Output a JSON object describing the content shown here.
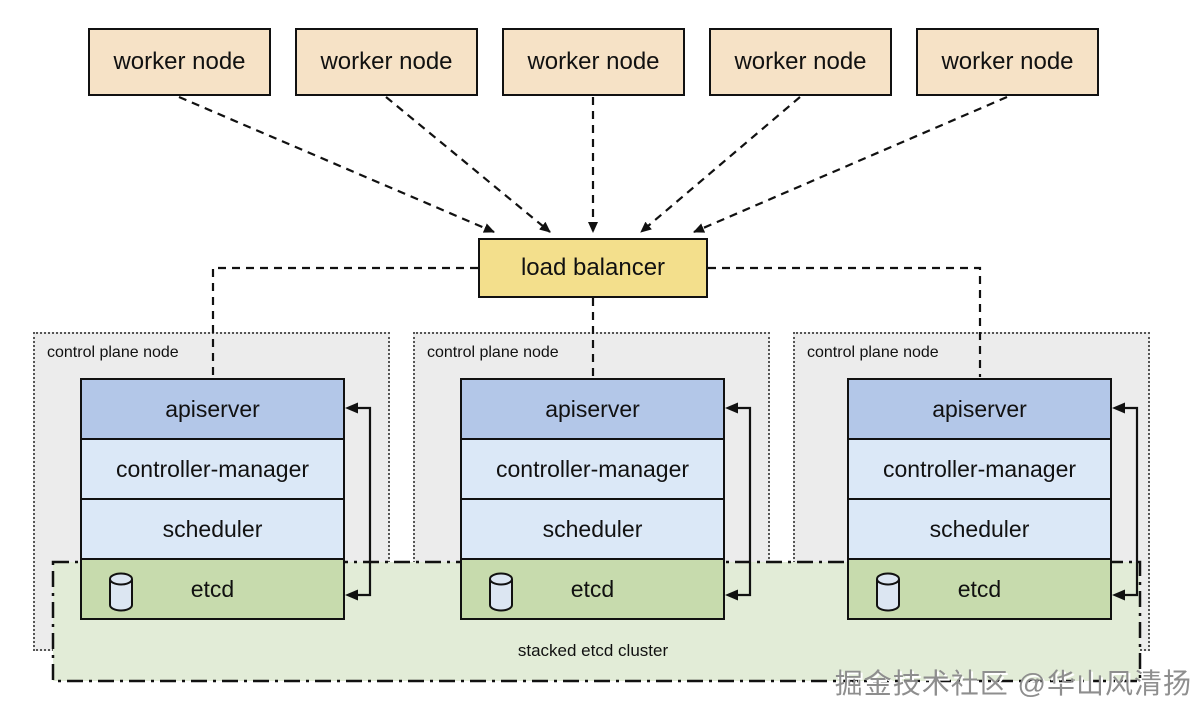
{
  "diagram": {
    "workers": [
      "worker node",
      "worker node",
      "worker node",
      "worker node",
      "worker node"
    ],
    "load_balancer_label": "load balancer",
    "control_planes": [
      {
        "label": "control plane node",
        "components": [
          "apiserver",
          "controller-manager",
          "scheduler",
          "etcd"
        ]
      },
      {
        "label": "control plane node",
        "components": [
          "apiserver",
          "controller-manager",
          "scheduler",
          "etcd"
        ]
      },
      {
        "label": "control plane node",
        "components": [
          "apiserver",
          "controller-manager",
          "scheduler",
          "etcd"
        ]
      }
    ],
    "etcd_band_label": "stacked etcd cluster",
    "watermark": "掘金技术社区 @华山风清扬"
  },
  "colors": {
    "worker_fill": "#f6e2c6",
    "load_balancer_fill": "#f3df8c",
    "control_plane_fill": "#ececec",
    "apiserver_fill": "#b3c7e8",
    "component_fill": "#dbe8f7",
    "etcd_fill": "#c7dbad",
    "etcd_band_fill": "#e2ecd7",
    "cylinder_fill": "#dce6f2",
    "line_color": "#111111"
  }
}
